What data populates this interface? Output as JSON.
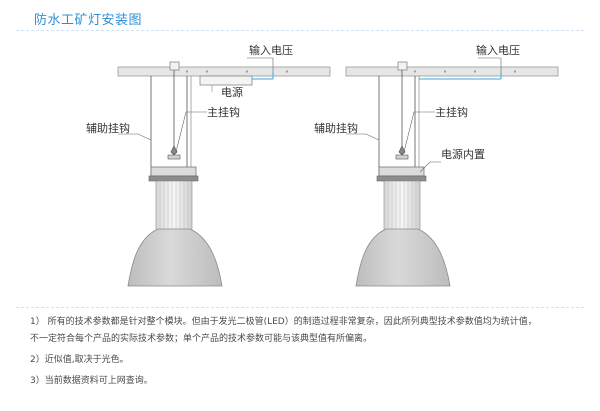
{
  "title": "防水工矿灯安装图",
  "left_diagram": {
    "input_voltage": "输入电压",
    "power_supply": "电源",
    "aux_hook": "辅助挂钩",
    "main_hook": "主挂钩"
  },
  "right_diagram": {
    "input_voltage": "输入电压",
    "aux_hook": "辅助挂钩",
    "main_hook": "主挂钩",
    "builtin_power": "电源内置"
  },
  "notes": [
    "1） 所有的技术参数都是针对整个模块。但由于发光二极管(LED）的制造过程非常复杂，因此所列典型技术参数值均为统计值，",
    "不一定符合每个产品的实际技术参数；单个产品的技术参数可能与该典型值有所偏离。",
    "2）近似值,取决于光色。",
    "3）当前数据资料可上网查询。"
  ],
  "colors": {
    "title": "#2f8fd6",
    "ceiling_fill": "#e6e6e6",
    "wire": "#39a7de",
    "reflector": "#c9c9c9"
  }
}
